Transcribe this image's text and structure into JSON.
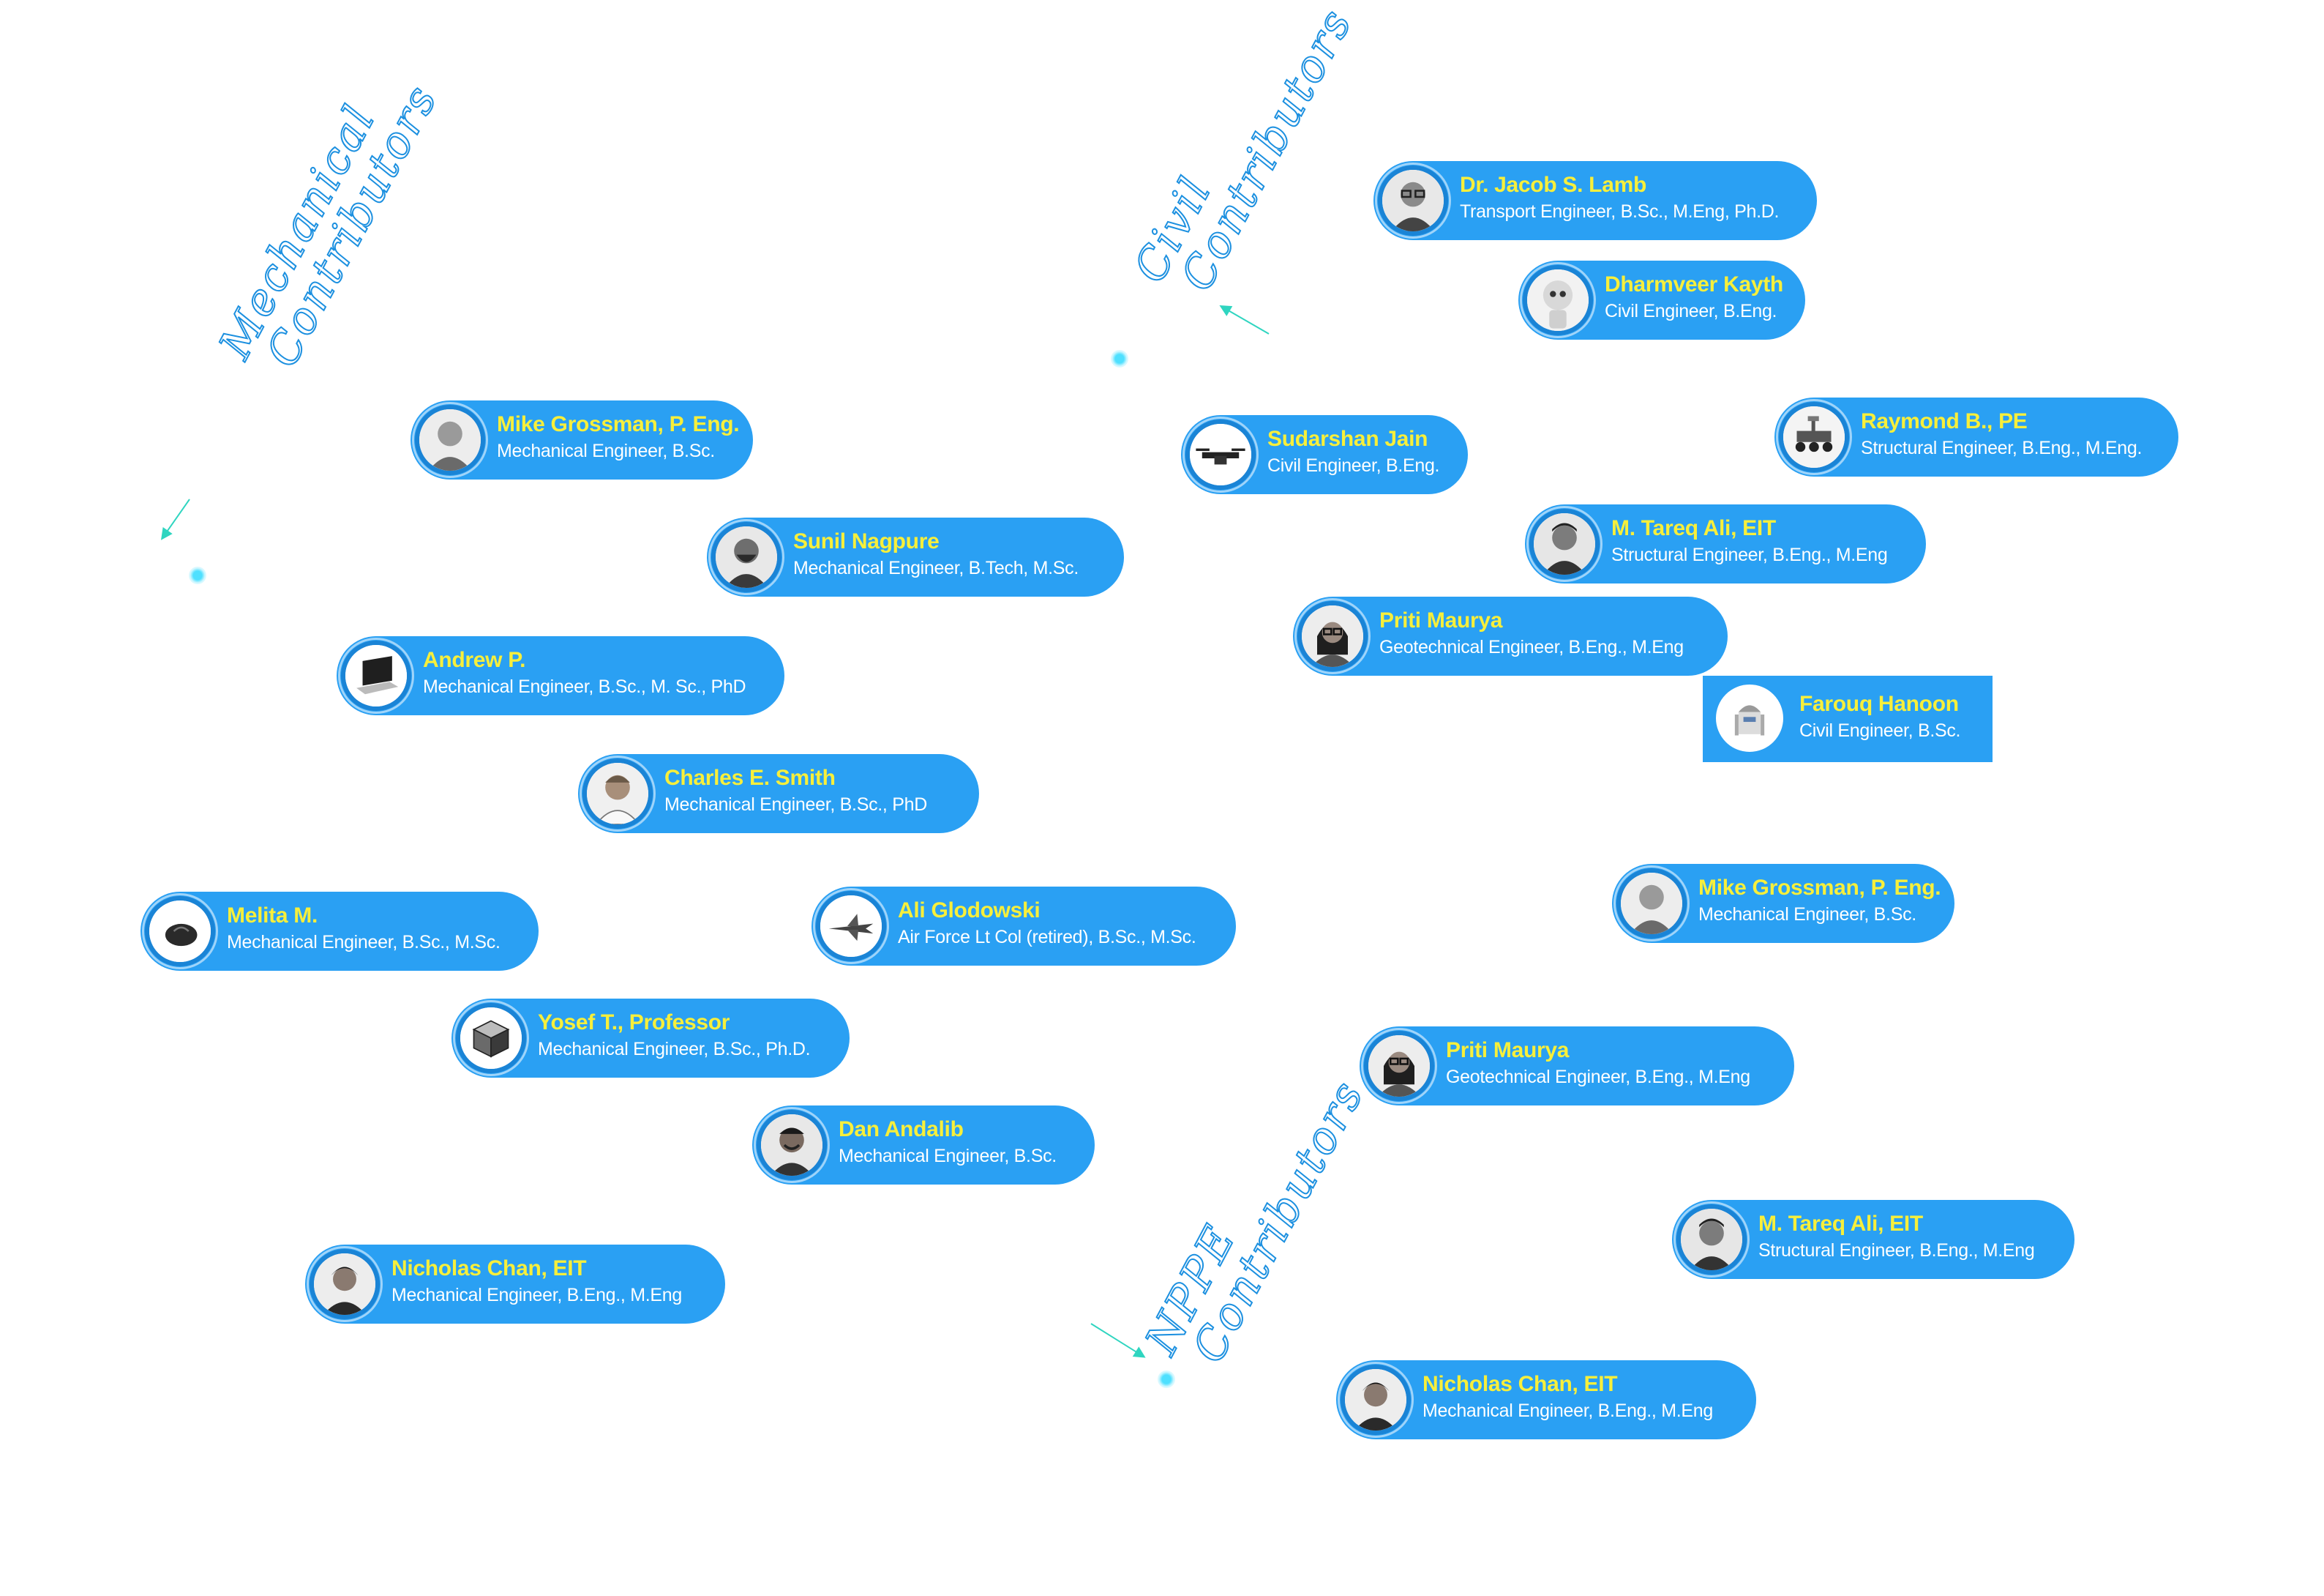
{
  "groups": {
    "mechanical": {
      "label_line1": "Mechanical",
      "label_line2": "Contributors"
    },
    "civil": {
      "label_line1": "Civil",
      "label_line2": "Contributors"
    },
    "nppe": {
      "label_line1": "NPPE",
      "label_line2": "Contributors"
    }
  },
  "colors": {
    "pill": "#2aa0f3",
    "name": "#f7ef3b",
    "role": "#ffffff",
    "accent": "#4fe0ff",
    "arrow": "#2fd5c0"
  },
  "contributors": [
    {
      "name": "Dr. Jacob S. Lamb",
      "role": "Transport Engineer, B.Sc., M.Eng, Ph.D.",
      "icon": "person-glasses-icon"
    },
    {
      "name": "Dharmveer Kayth",
      "role": "Civil Engineer, B.Eng.",
      "icon": "robot-icon"
    },
    {
      "name": "Mike Grossman, P. Eng.",
      "role": "Mechanical Engineer, B.Sc.",
      "icon": "person-icon"
    },
    {
      "name": "Sudarshan Jain",
      "role": "Civil Engineer, B.Eng.",
      "icon": "drone-icon"
    },
    {
      "name": "Raymond B., PE",
      "role": "Structural Engineer, B.Eng., M.Eng.",
      "icon": "rover-icon"
    },
    {
      "name": "M. Tareq Ali, EIT",
      "role": "Structural Engineer, B.Eng., M.Eng",
      "icon": "person-icon"
    },
    {
      "name": "Sunil Nagpure",
      "role": "Mechanical Engineer, B.Tech, M.Sc.",
      "icon": "person-beard-icon"
    },
    {
      "name": "Priti Maurya",
      "role": "Geotechnical Engineer, B.Eng., M.Eng",
      "icon": "person-glasses-icon"
    },
    {
      "name": "Andrew P.",
      "role": "Mechanical Engineer, B.Sc., M. Sc., PhD",
      "icon": "laptop-icon"
    },
    {
      "name": "Farouq Hanoon",
      "role": "Civil Engineer, B.Sc.",
      "icon": "droid-icon"
    },
    {
      "name": "Charles E. Smith",
      "role": "Mechanical Engineer, B.Sc., PhD",
      "icon": "person-icon"
    },
    {
      "name": "Mike Grossman, P. Eng.",
      "role": "Mechanical Engineer, B.Sc.",
      "icon": "person-icon"
    },
    {
      "name": "Melita M.",
      "role": "Mechanical Engineer, B.Sc., M.Sc.",
      "icon": "shell-icon"
    },
    {
      "name": "Ali Glodowski",
      "role": "Air Force Lt Col (retired), B.Sc., M.Sc.",
      "icon": "jet-icon"
    },
    {
      "name": "Yosef T., Professor",
      "role": "Mechanical Engineer, B.Sc., Ph.D.",
      "icon": "rubiks-cube-icon"
    },
    {
      "name": "Priti Maurya",
      "role": "Geotechnical Engineer, B.Eng., M.Eng",
      "icon": "person-glasses-icon"
    },
    {
      "name": "Dan Andalib",
      "role": "Mechanical Engineer, B.Sc.",
      "icon": "person-icon"
    },
    {
      "name": "M. Tareq Ali, EIT",
      "role": "Structural Engineer, B.Eng., M.Eng",
      "icon": "person-icon"
    },
    {
      "name": "Nicholas Chan, EIT",
      "role": "Mechanical Engineer, B.Eng., M.Eng",
      "icon": "person-icon"
    },
    {
      "name": "Nicholas Chan, EIT",
      "role": "Mechanical Engineer, B.Eng., M.Eng",
      "icon": "person-icon"
    }
  ]
}
